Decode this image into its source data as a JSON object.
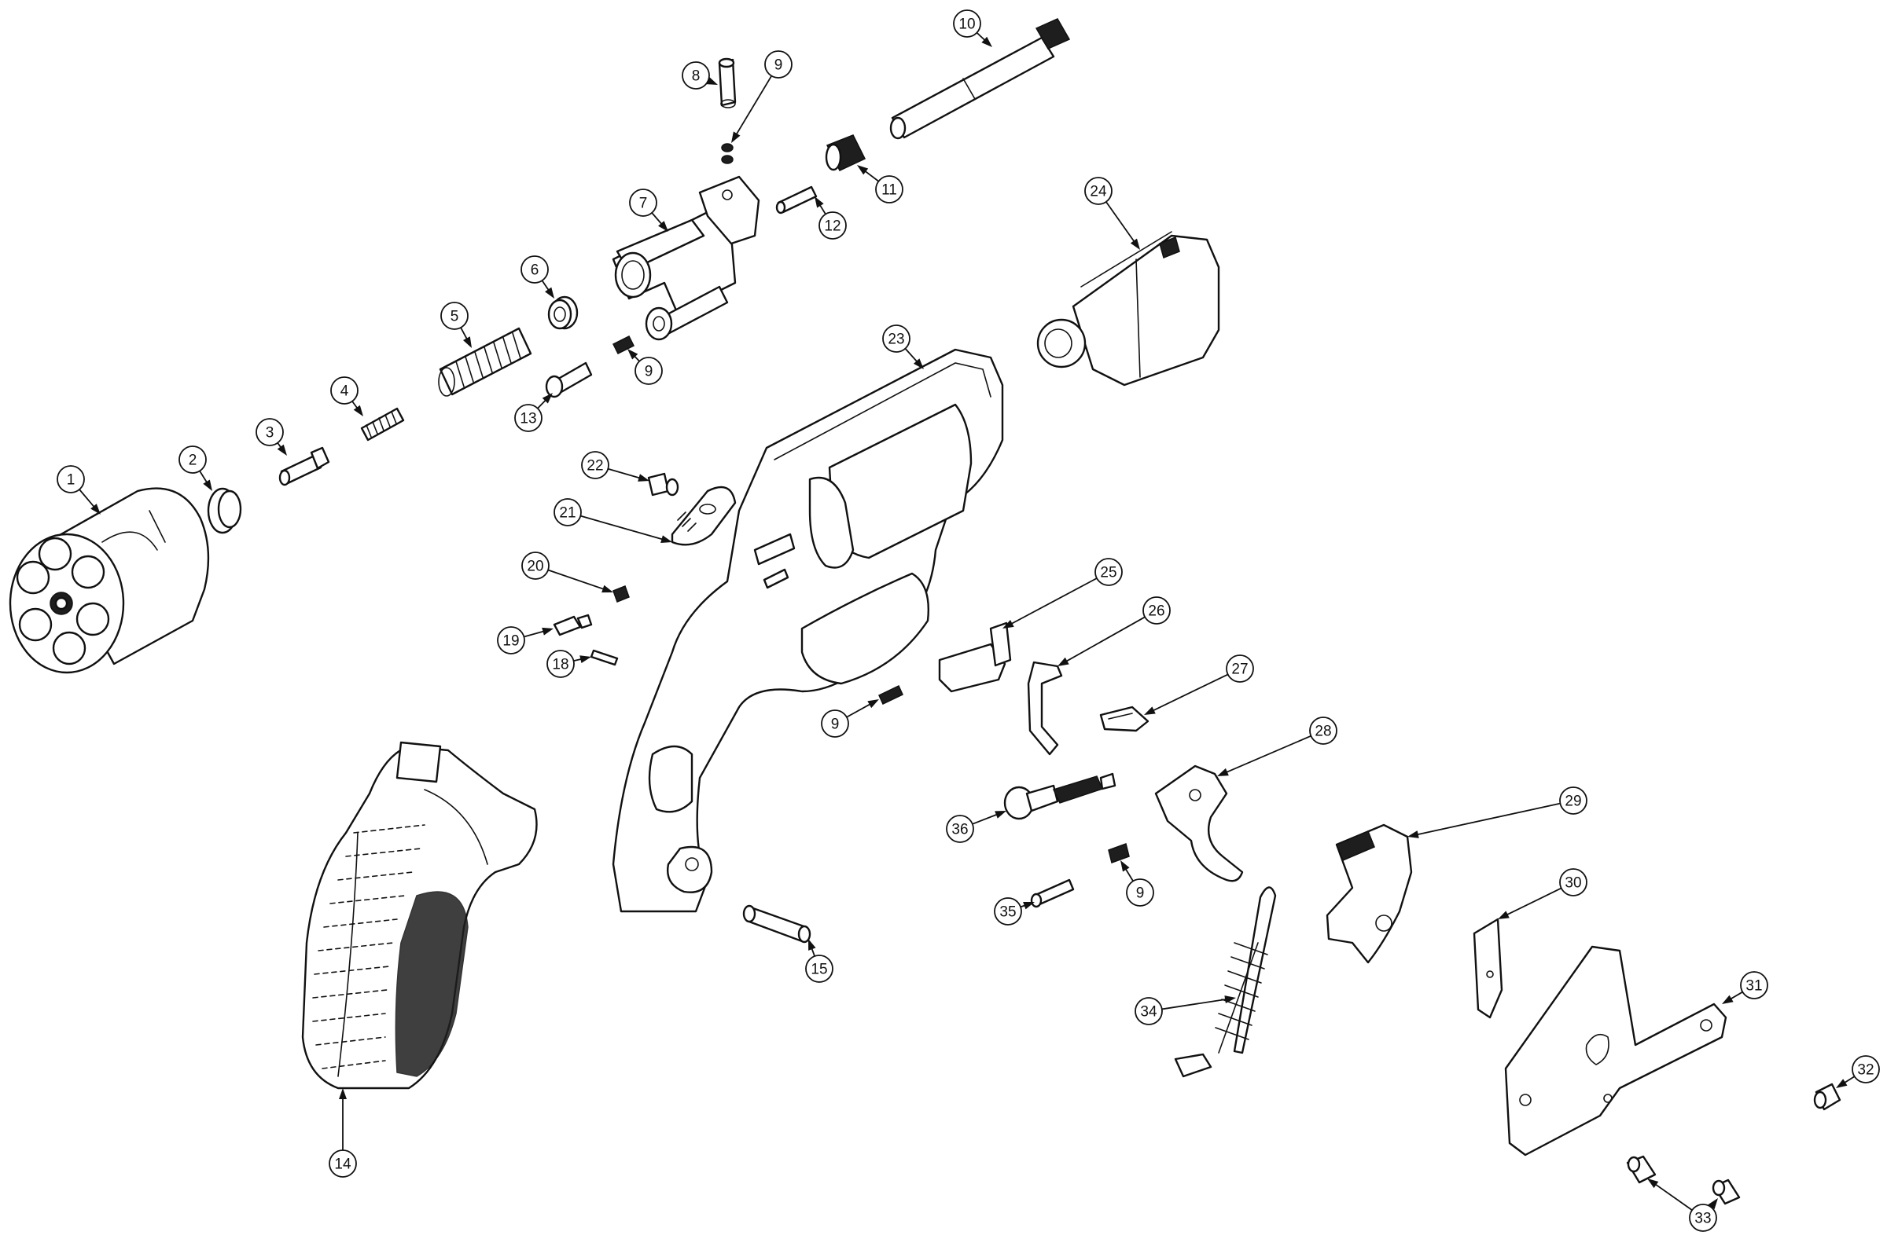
{
  "diagram": {
    "callouts": [
      {
        "id": "c1",
        "label": "1"
      },
      {
        "id": "c2",
        "label": "2"
      },
      {
        "id": "c3",
        "label": "3"
      },
      {
        "id": "c4",
        "label": "4"
      },
      {
        "id": "c5",
        "label": "5"
      },
      {
        "id": "c6",
        "label": "6"
      },
      {
        "id": "c7",
        "label": "7"
      },
      {
        "id": "c8",
        "label": "8"
      },
      {
        "id": "c9a",
        "label": "9"
      },
      {
        "id": "c9b",
        "label": "9"
      },
      {
        "id": "c9c",
        "label": "9"
      },
      {
        "id": "c9d",
        "label": "9"
      },
      {
        "id": "c10",
        "label": "10"
      },
      {
        "id": "c11",
        "label": "11"
      },
      {
        "id": "c12",
        "label": "12"
      },
      {
        "id": "c13",
        "label": "13"
      },
      {
        "id": "c14",
        "label": "14"
      },
      {
        "id": "c15",
        "label": "15"
      },
      {
        "id": "c18",
        "label": "18"
      },
      {
        "id": "c19",
        "label": "19"
      },
      {
        "id": "c20",
        "label": "20"
      },
      {
        "id": "c21",
        "label": "21"
      },
      {
        "id": "c22",
        "label": "22"
      },
      {
        "id": "c23",
        "label": "23"
      },
      {
        "id": "c24",
        "label": "24"
      },
      {
        "id": "c25",
        "label": "25"
      },
      {
        "id": "c26",
        "label": "26"
      },
      {
        "id": "c27",
        "label": "27"
      },
      {
        "id": "c28",
        "label": "28"
      },
      {
        "id": "c29",
        "label": "29"
      },
      {
        "id": "c30",
        "label": "30"
      },
      {
        "id": "c31",
        "label": "31"
      },
      {
        "id": "c32",
        "label": "32"
      },
      {
        "id": "c33",
        "label": "33"
      },
      {
        "id": "c34",
        "label": "34"
      },
      {
        "id": "c35",
        "label": "35"
      },
      {
        "id": "c36",
        "label": "36"
      }
    ]
  }
}
